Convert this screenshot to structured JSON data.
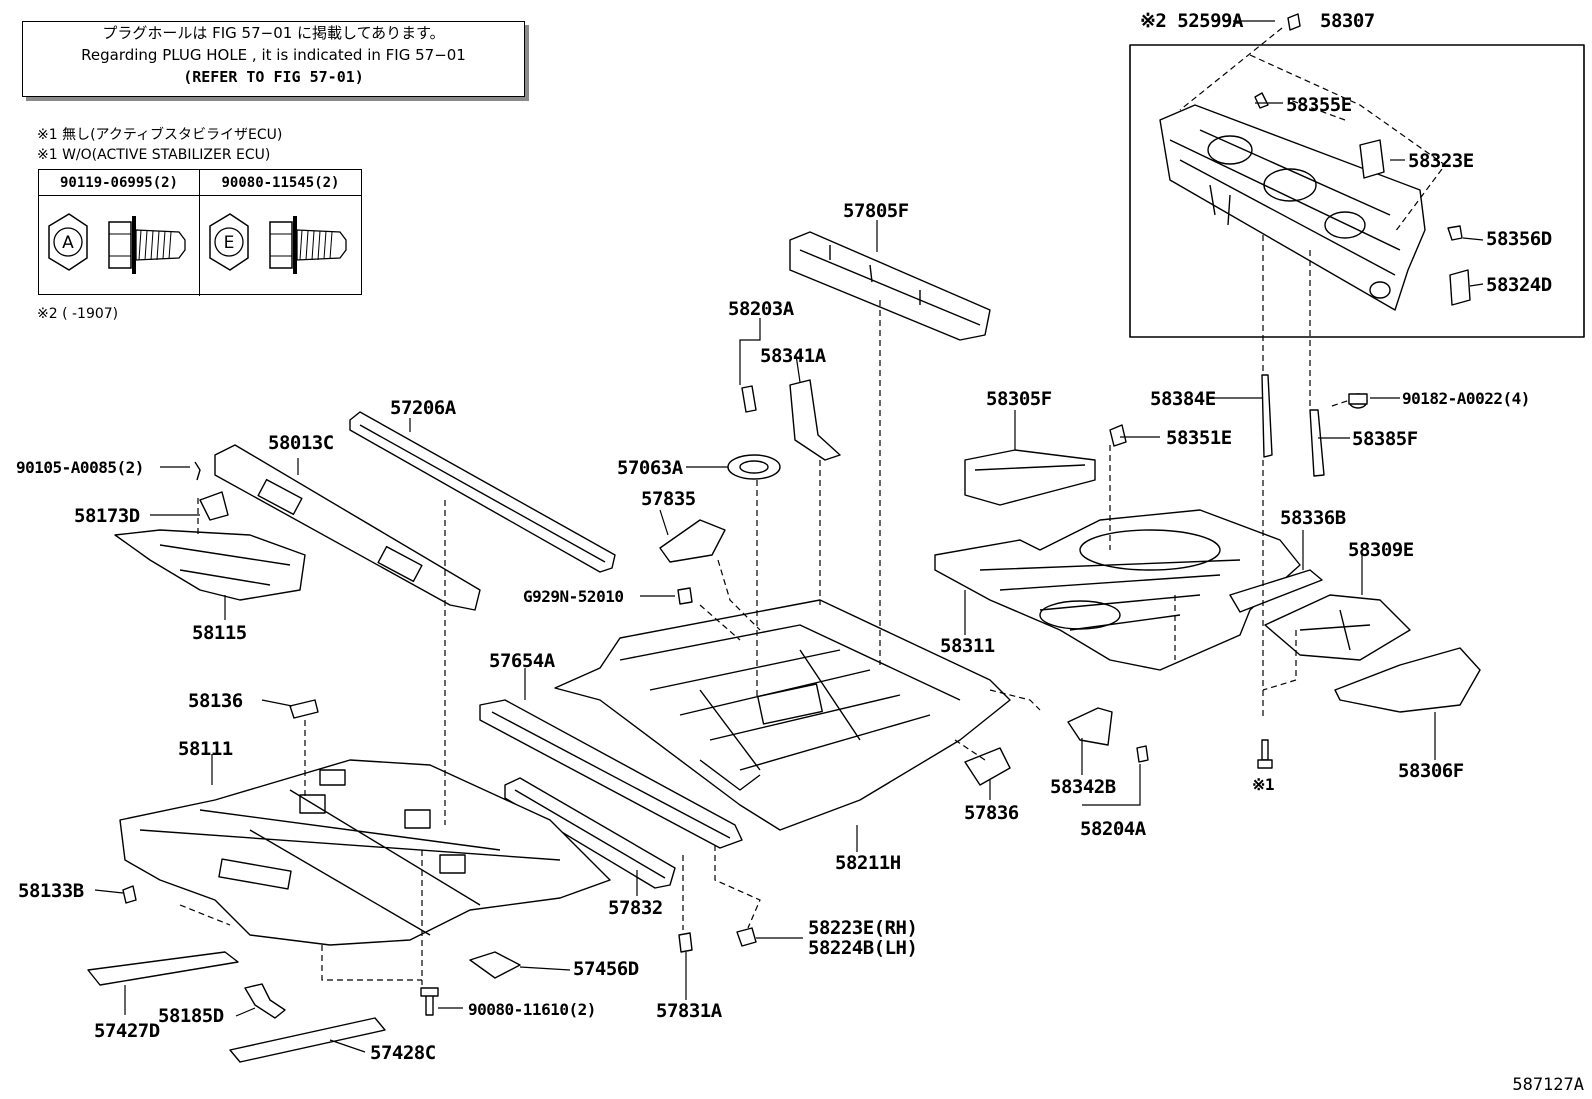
{
  "notes": {
    "line1": "プラグホールは FIG 57−01 に掲載してあります。",
    "line2": "Regarding  PLUG  HOLE , it is indicated in FIG  57−01",
    "line3": "(REFER  TO FIG 57-01)"
  },
  "legend": {
    "note1_ja": "※1 無し(アクティブスタビライザECU)",
    "note1_en": "※1 W/O(ACTIVE STABILIZER ECU)",
    "bolts": [
      {
        "part": "90119-06995(2)",
        "mark": "A"
      },
      {
        "part": "90080-11545(2)",
        "mark": "E"
      }
    ],
    "note2": "※2 (      -1907)"
  },
  "parts": {
    "p52599A": "※2 52599A",
    "p58307": "58307",
    "p58355E": "58355E",
    "p58323E": "58323E",
    "p58356D": "58356D",
    "p58324D": "58324D",
    "p57805F": "57805F",
    "p58203A": "58203A",
    "p58341A": "58341A",
    "p57206A": "57206A",
    "p58013C": "58013C",
    "p90105": "90105-A0085(2)",
    "p58173D": "58173D",
    "p58115": "58115",
    "p57063A": "57063A",
    "p57835": "57835",
    "pG929N": "G929N-52010",
    "p58305F": "58305F",
    "p58384E": "58384E",
    "p58351E": "58351E",
    "p90182": "90182-A0022(4)",
    "p58385F": "58385F",
    "p58336B": "58336B",
    "p58309E": "58309E",
    "p58311": "58311",
    "p57654A": "57654A",
    "p58136": "58136",
    "p58111": "58111",
    "p58133B": "58133B",
    "p57832": "57832",
    "p58211H": "58211H",
    "p57836": "57836",
    "p58342B": "58342B",
    "p58204A": "58204A",
    "p58306F": "58306F",
    "pNote1": "※1",
    "p58223E": "58223E(RH)",
    "p58224B": "58224B(LH)",
    "p57456D": "57456D",
    "p57831A": "57831A",
    "p90080": "90080-11610(2)",
    "p58185D": "58185D",
    "p57427D": "57427D",
    "p57428C": "57428C"
  },
  "figure_code": "587127A"
}
